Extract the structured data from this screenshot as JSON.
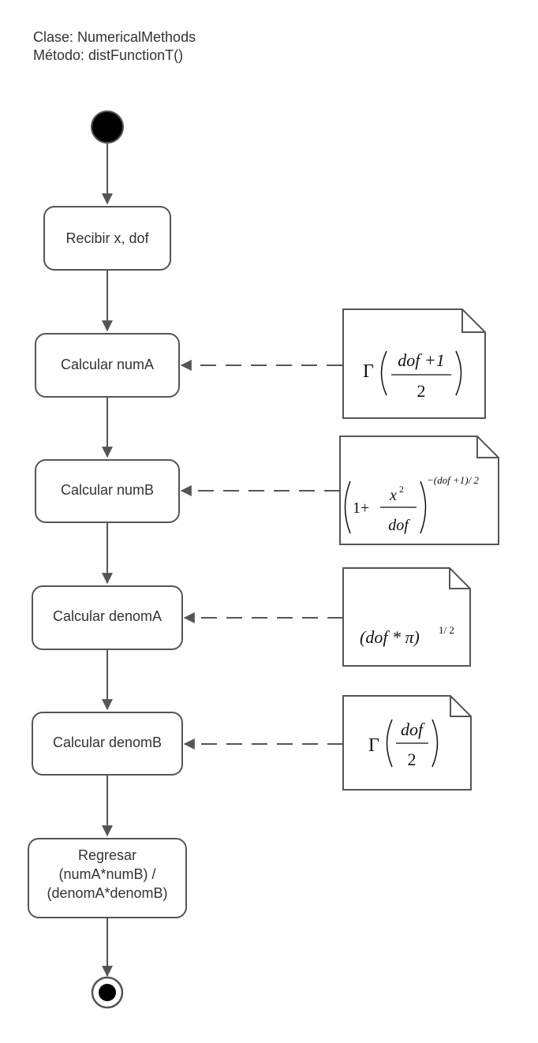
{
  "header": {
    "class_line": "Clase: NumericalMethods",
    "method_line": "Método: distFunctionT()"
  },
  "nodes": {
    "receive": "Recibir x, dof",
    "num_a": "Calcular numA",
    "num_b": "Calcular numB",
    "denom_a": "Calcular denomA",
    "denom_b": "Calcular denomB",
    "return_lines": [
      "Regresar",
      "(numA*numB) /",
      "(denomA*denomB)"
    ]
  },
  "notes": {
    "num_a": {
      "gamma": "Γ",
      "numerator": "dof +1",
      "denominator": "2"
    },
    "num_b": {
      "one_plus": "1+",
      "x": "x",
      "x_power": "2",
      "denominator": "dof",
      "exponent": "−(dof +1)/ 2"
    },
    "denom_a": {
      "base": "(dof * π)",
      "exponent": "1/ 2"
    },
    "denom_b": {
      "gamma": "Γ",
      "numerator": "dof",
      "denominator": "2"
    }
  },
  "colors": {
    "stroke": "#555555",
    "text": "#333333",
    "background": "#ffffff"
  }
}
